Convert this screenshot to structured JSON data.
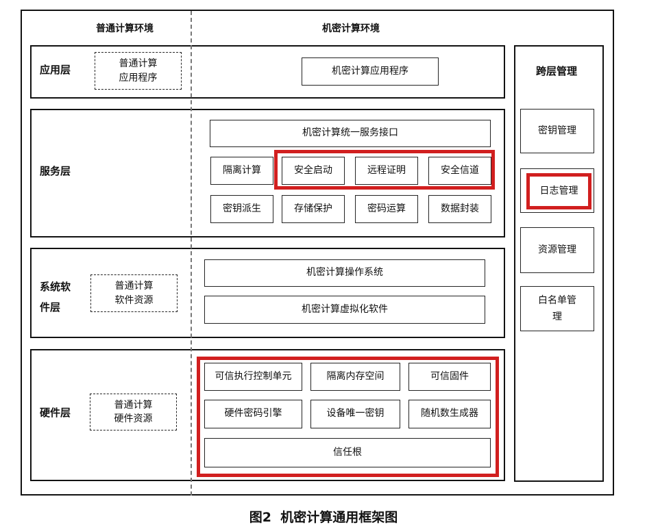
{
  "header": {
    "normal_env": "普通计算环境",
    "secure_env": "机密计算环境"
  },
  "layers": {
    "app": {
      "label": "应用层",
      "normal_box": "普通计算\n应用程序",
      "secure_app": "机密计算应用程序"
    },
    "service": {
      "label": "服务层",
      "unified_interface": "机密计算统一服务接口",
      "row1": [
        "隔离计算",
        "安全启动",
        "远程证明",
        "安全信道"
      ],
      "row2": [
        "密钥派生",
        "存储保护",
        "密码运算",
        "数据封装"
      ]
    },
    "system": {
      "label": "系统软\n件层",
      "normal_box": "普通计算\n软件资源",
      "os": "机密计算操作系统",
      "virtualization": "机密计算虚拟化软件"
    },
    "hardware": {
      "label": "硬件层",
      "normal_box": "普通计算\n硬件资源",
      "row1": [
        "可信执行控制单元",
        "隔离内存空间",
        "可信固件"
      ],
      "row2": [
        "硬件密码引擎",
        "设备唯一密钥",
        "随机数生成器"
      ],
      "root": "信任根"
    }
  },
  "cross_layer": {
    "title": "跨层管理",
    "items": [
      "密钥管理",
      "日志管理",
      "资源管理",
      "白名单管\n理"
    ]
  },
  "caption": "图2  机密计算通用框架图",
  "colors": {
    "highlight": "#d11f1f",
    "line": "#222222",
    "divider": "#777777"
  }
}
